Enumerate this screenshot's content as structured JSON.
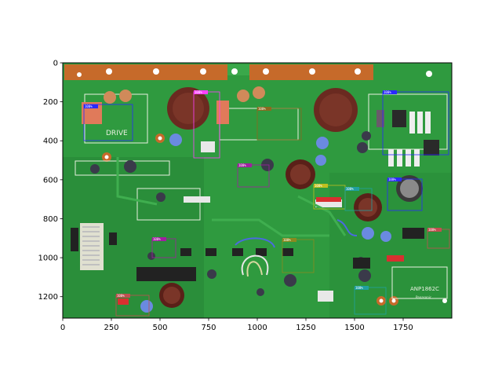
{
  "plot": {
    "x_ticks": [
      "0",
      "250",
      "500",
      "750",
      "1000",
      "1250",
      "1500",
      "1750"
    ],
    "y_ticks": [
      "0",
      "200",
      "400",
      "600",
      "800",
      "1000",
      "1200"
    ],
    "x_tick_values": [
      0,
      250,
      500,
      750,
      1000,
      1250,
      1500,
      1750
    ],
    "y_tick_values": [
      0,
      200,
      400,
      600,
      800,
      1000,
      1200
    ],
    "x_range": [
      0,
      2000
    ],
    "y_range": [
      1310,
      0
    ]
  },
  "board": {
    "silkscreen_drive": "DRIVE",
    "silkscreen_model": "ANP1862C",
    "silkscreen_panasonic": "Panasonic"
  },
  "detections": [
    {
      "label": "100%",
      "color": "#2a2aff"
    },
    {
      "label": "100%",
      "color": "#ff40ff"
    },
    {
      "label": "100%",
      "color": "#8a6a20"
    },
    {
      "label": "100%",
      "color": "#c05050"
    },
    {
      "label": "100%",
      "color": "#c05050"
    },
    {
      "label": "100%",
      "color": "#8a8a20"
    },
    {
      "label": "100%",
      "color": "#2a2aff"
    },
    {
      "label": "100%",
      "color": "#a020a0"
    },
    {
      "label": "100%",
      "color": "#20a0a0"
    },
    {
      "label": "100%",
      "color": "#2a2aff"
    },
    {
      "label": "100%",
      "color": "#c0c020"
    },
    {
      "label": "100%",
      "color": "#a020a0"
    },
    {
      "label": "100%",
      "color": "#20a0a0"
    }
  ],
  "colors": {
    "pcb_green": "#2f9a3f",
    "pcb_dark": "#1f7a2f",
    "copper": "#c66a2a",
    "cap_body": "#6a2a20",
    "blue_cap": "#6a8ae0"
  }
}
